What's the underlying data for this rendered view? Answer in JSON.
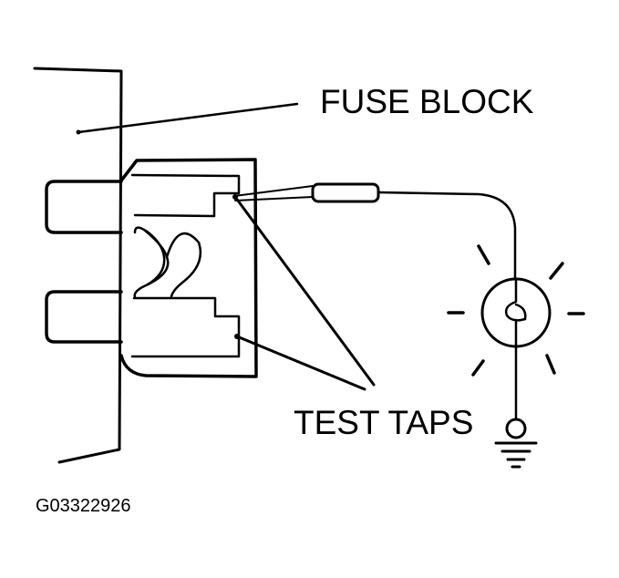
{
  "labels": {
    "fuse_block": "FUSE BLOCK",
    "test_taps": "TEST TAPS",
    "figure_id": "G03322926"
  }
}
